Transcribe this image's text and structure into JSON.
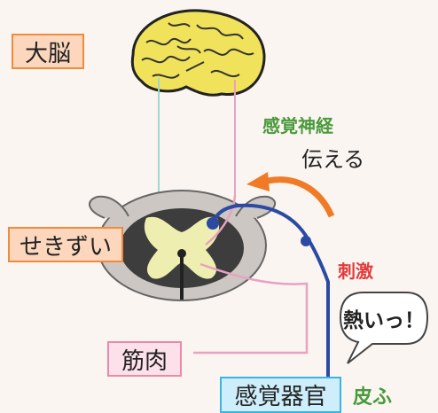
{
  "labels": {
    "brain": "大脳",
    "spinal_cord": "せきずい",
    "muscle": "筋肉",
    "sensory_organ": "感覚器官",
    "skin": "皮ふ",
    "sensory_nerve": "感覚神経",
    "transmit": "伝える",
    "stimulus": "刺激",
    "speech": "熱いっ！"
  },
  "colors": {
    "background": "#fbf5f1",
    "label_box_orange": "#fcd7bd",
    "label_box_orange_border": "#f08a3c",
    "label_box_pink": "#fde1ea",
    "label_box_pink_border": "#e98aa8",
    "label_box_blue": "#cdeefa",
    "label_box_blue_border": "#39b5e3",
    "sensory_nerve": "#2b4aa3",
    "motor_nerve": "#e8a2c2",
    "ascending_nerve": "#9ed8cf",
    "arrow": "#f07a25",
    "green_text": "#4a9a3c",
    "red_text": "#e13a3a",
    "brain_fill": "#f0e25a"
  },
  "icons": [
    "brain-illustration",
    "spinal-cord-cross-section",
    "orange-curved-arrow",
    "speech-bubble"
  ]
}
